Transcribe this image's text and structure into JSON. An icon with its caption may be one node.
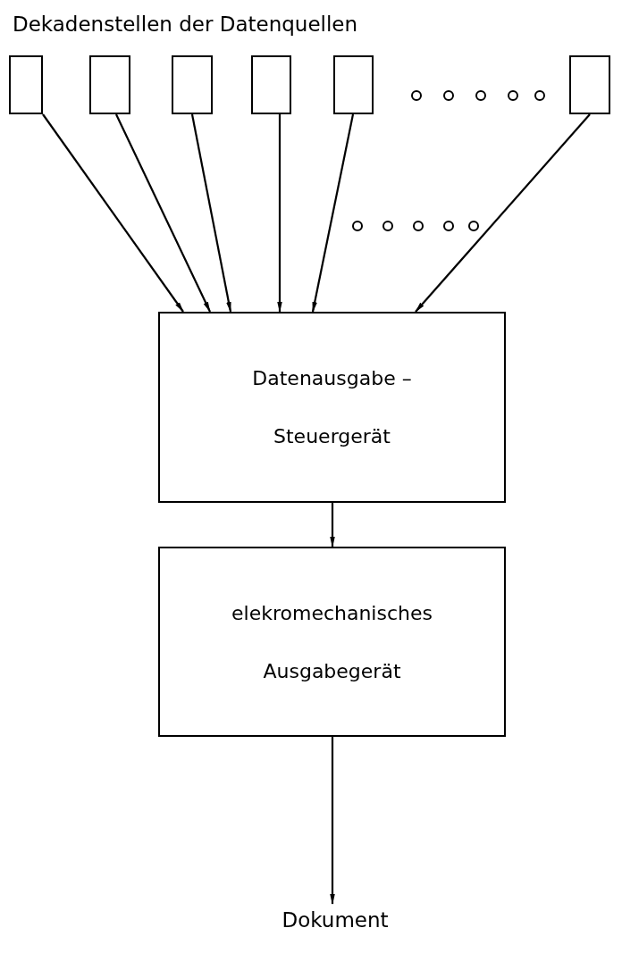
{
  "diagram": {
    "title": "Dekadenstellen der Datenquellen",
    "nodes": [
      {
        "text": [],
        "shape": "box"
      },
      {
        "text": [],
        "shape": "box"
      },
      {
        "text": [],
        "shape": "box"
      },
      {
        "text": [],
        "shape": "box"
      },
      {
        "text": [],
        "shape": "box"
      },
      {
        "text": [],
        "shape": "box"
      },
      {
        "text": [
          "Datenausgabe –",
          "Steuergerät"
        ]
      },
      {
        "text": [
          "elekromechanisches",
          "Ausgabegerät"
        ]
      },
      {
        "text": [
          "Dokument"
        ]
      }
    ],
    "edges": [
      {
        "from": 0,
        "to": 6,
        "arrow": "to"
      },
      {
        "from": 1,
        "to": 6,
        "arrow": "to"
      },
      {
        "from": 2,
        "to": 6,
        "arrow": "to"
      },
      {
        "from": 3,
        "to": 6,
        "arrow": "to"
      },
      {
        "from": 4,
        "to": 6,
        "arrow": "to"
      },
      {
        "from": 5,
        "to": 6,
        "arrow": "to"
      },
      {
        "from": 6,
        "to": 7,
        "arrow": "to"
      },
      {
        "from": 7,
        "to": 8,
        "arrow": "to"
      }
    ]
  }
}
